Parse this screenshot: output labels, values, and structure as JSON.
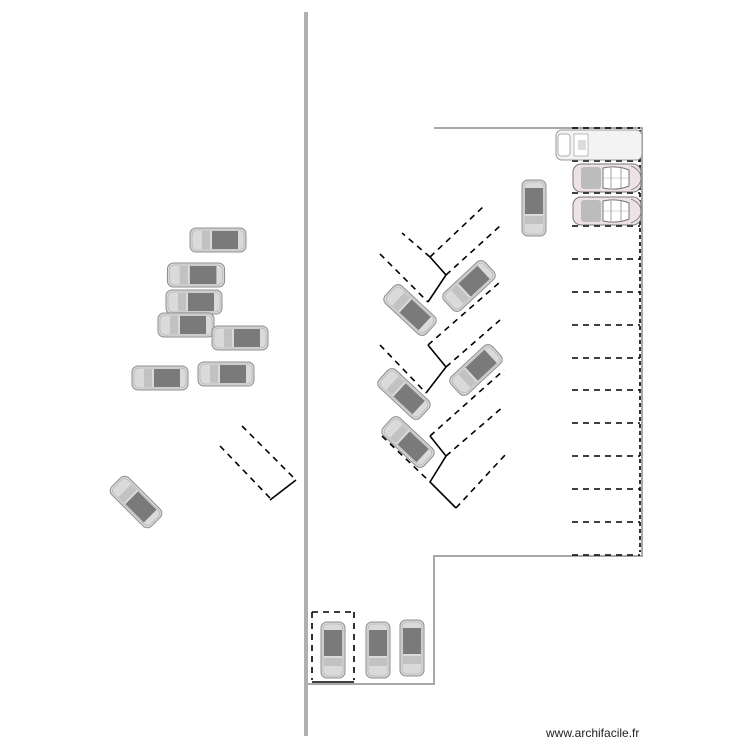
{
  "app": {
    "watermark": "www.archifacile.fr"
  },
  "plan": {
    "elements": [
      "wall-divider",
      "parking-area-outline",
      "parking-bays",
      "cars",
      "van"
    ],
    "colors": {
      "wall": "#b0b0b0",
      "outline": "#a8a8a8",
      "dash": "#000000",
      "car_body": "#d4d4d4",
      "car_glass": "#808080",
      "car_glass_dark": "#6e6e6e",
      "car_pink": "#eadfe3"
    }
  }
}
